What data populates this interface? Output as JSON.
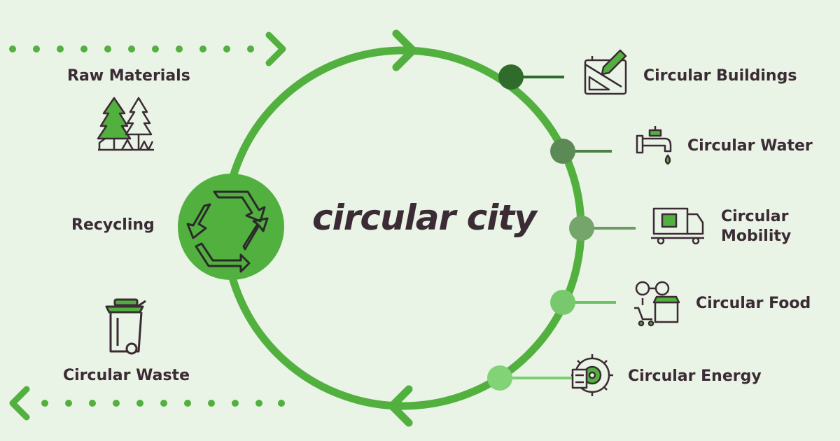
{
  "diagram": {
    "title": "circular city",
    "inputs": {
      "raw_materials": "Raw Materials",
      "recycling": "Recycling",
      "circular_waste": "Circular Waste"
    },
    "outcomes": [
      {
        "label": "Circular Buildings",
        "icon": "blueprint-pencil-icon"
      },
      {
        "label": "Circular Water",
        "icon": "water-tap-icon"
      },
      {
        "label_line1": "Circular",
        "label_line2": "Mobility",
        "icon": "delivery-truck-icon"
      },
      {
        "label": "Circular Food",
        "icon": "food-market-icon"
      },
      {
        "label": "Circular Energy",
        "icon": "energy-gear-icon"
      }
    ],
    "colors": {
      "background": "#e9f3e6",
      "ring": "#52b03f",
      "dark_green": "#2f6b2a",
      "text": "#3b2b34",
      "icon_stroke": "#3b2b34"
    }
  }
}
